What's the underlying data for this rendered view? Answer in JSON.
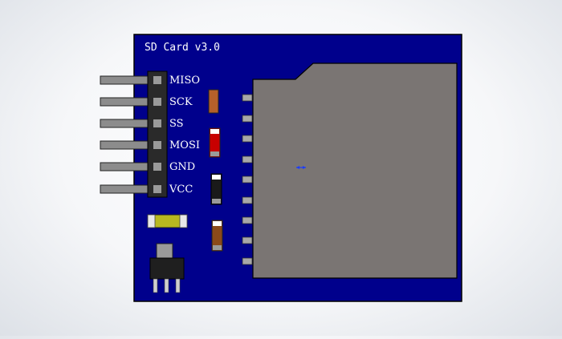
{
  "model": {
    "board_title": "SD Card v3.0",
    "pin_labels": [
      "MISO",
      "SCK",
      "SS",
      "MOSI",
      "GND",
      "VCC"
    ]
  },
  "colors": {
    "pcb": "#00008c",
    "card_socket": "#7a7573",
    "header_body": "#2a2a2a",
    "pin_metal": "#8c8c8c",
    "crystal": "#b8b820",
    "regulator_tab": "#9a9a9a",
    "regulator_body": "#1f1f1f",
    "resistor": "#b5602a",
    "capacitor_red": "#c80000",
    "capacitor_black": "#1a1a1a",
    "capacitor_brown": "#8b4a1a"
  },
  "icons": {
    "origin_marker": "origin-triad-icon"
  }
}
